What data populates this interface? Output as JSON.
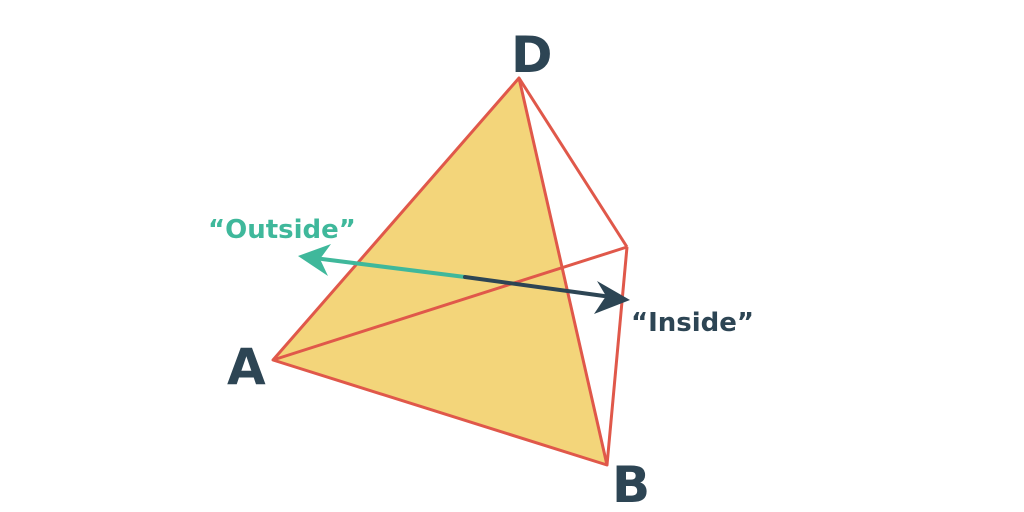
{
  "colors": {
    "face_fill": "#f3d57a",
    "edge": "#e0584a",
    "outside": "#3fb89b",
    "inside": "#2d4554",
    "label": "#2d4554"
  },
  "vertices": {
    "a": "A",
    "b": "B",
    "d": "D"
  },
  "arrows": {
    "outside_label": "“Outside”",
    "inside_label": "“Inside”"
  }
}
